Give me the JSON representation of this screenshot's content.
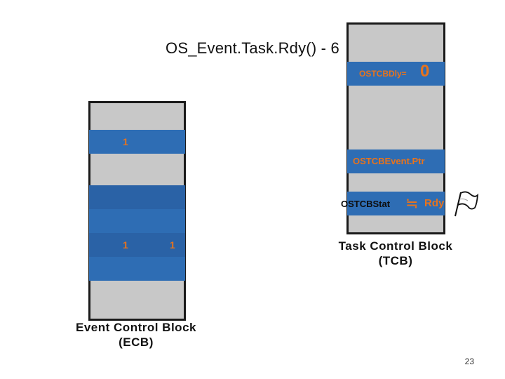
{
  "slide": {
    "title": "OS_Event.Task.Rdy() - 6",
    "page_number": "23"
  },
  "ecb": {
    "grp_value": "1",
    "tbl_value_left": "1",
    "tbl_value_right": "1",
    "caption": "Event Control Block\n(ECB)"
  },
  "tcb": {
    "dly_label": "OSTCBDly=",
    "dly_value": "0",
    "event_ptr_label": "OSTCBEvent.Ptr",
    "stat_label": "OSTCBStat",
    "stat_op": "≒",
    "stat_value": "Rdy",
    "caption": "Task Control Block\n(TCB)"
  },
  "colors": {
    "band_blue": "#2e6db4",
    "label_orange": "#e8731c",
    "box_gray": "#c8c8c8"
  },
  "icons": [
    "flag-icon"
  ]
}
